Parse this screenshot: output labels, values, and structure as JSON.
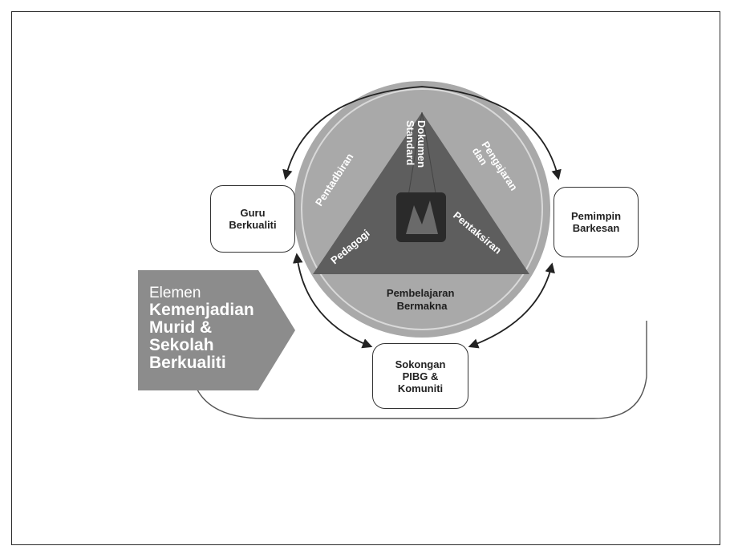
{
  "diagram": {
    "boxes": {
      "left": [
        "Guru",
        "Berkualiti"
      ],
      "right": [
        "Pemimpin",
        "Barkesan"
      ],
      "bottom": [
        "Sokongan",
        "PIBG &",
        "Komuniti"
      ]
    },
    "triangle": {
      "top": [
        "Dokumen",
        "Standard"
      ],
      "left_side": "Pentadbiran",
      "right_side": [
        "Pengajaran",
        "dan"
      ],
      "left_inner": "Pedagogi",
      "right_inner": "Pentaksiran",
      "bottom": [
        "Pembelajaran",
        "Bermakna"
      ]
    },
    "elemen": {
      "prefix": "Elemen",
      "lines": [
        "Kemenjadian",
        "Murid &",
        "Sekolah",
        "Berkualiti"
      ]
    },
    "colors": {
      "circle": "#a9a9a9",
      "triangle": "#5e5e5e",
      "center": "#2a2a2a",
      "pentagon": "#8c8c8c",
      "outline": "#333333"
    }
  }
}
